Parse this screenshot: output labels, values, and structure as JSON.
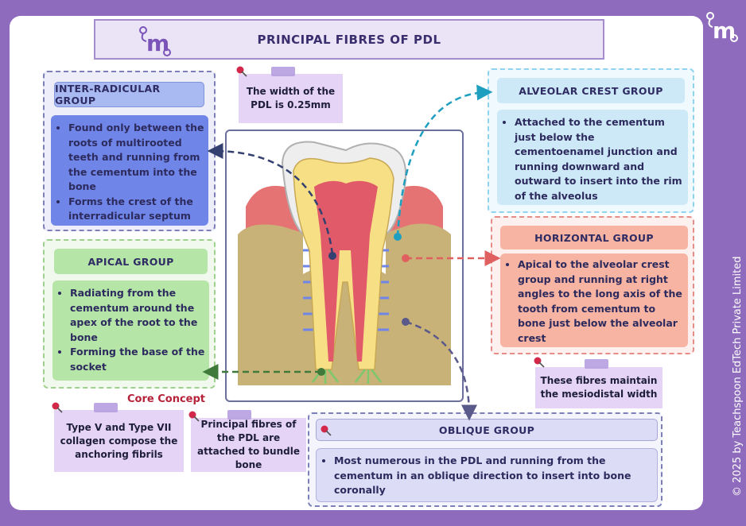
{
  "title": "PRINCIPAL FIBRES OF PDL",
  "logo_text": "m",
  "notes": {
    "pdl_width": "The width of the PDL is 0.25mm",
    "mesiodistal": "These fibres maintain the mesiodistal width",
    "core_concept_label": "Core Concept",
    "collagen": "Type V and Type VII collagen compose the anchoring fibrils",
    "bundle_bone": "Principal fibres of the PDL are attached to bundle bone"
  },
  "groups": {
    "inter_radicular": {
      "title": "INTER-RADICULAR GROUP",
      "points": [
        "Found only between the roots of multirooted teeth and running from the cementum into the bone",
        "Forms the crest of the interradicular septum"
      ]
    },
    "apical": {
      "title": "APICAL GROUP",
      "points": [
        "Radiating from the cementum around the apex of the root to the bone",
        "Forming the base of the socket"
      ]
    },
    "alveolar_crest": {
      "title": "ALVEOLAR CREST GROUP",
      "points": [
        "Attached to the cementum just below the cementoenamel junction and running downward and outward to insert into the rim of the alveolus"
      ]
    },
    "horizontal": {
      "title": "HORIZONTAL GROUP",
      "points": [
        "Apical to the alveolar crest group and running at right angles to the long axis of the tooth from cementum to bone just below the alveolar crest"
      ]
    },
    "oblique": {
      "title": "OBLIQUE GROUP",
      "points": [
        "Most numerous in the PDL and running from the cementum in an oblique direction to insert into bone coronally"
      ]
    }
  },
  "copyright": "© 2025 by Teachspoon EdTech Private Limited",
  "colors": {
    "background": "#8f6bbd",
    "inter_radicular": "#6f86e8",
    "apical": "#b5e6a8",
    "alveolar_crest": "#cde9f7",
    "horizontal": "#f7b4a3",
    "oblique": "#dcdcf7",
    "note": "#e5d4f5"
  }
}
